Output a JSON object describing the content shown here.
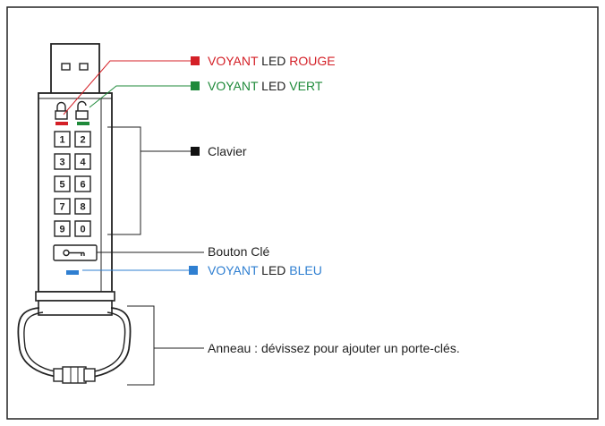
{
  "keypad": {
    "keys": [
      "1",
      "2",
      "3",
      "4",
      "5",
      "6",
      "7",
      "8",
      "9",
      "0"
    ]
  },
  "labels": {
    "red_led": {
      "part1": "VOYANT",
      "part2": " LED ",
      "part3": "ROUGE",
      "color": "#d42027"
    },
    "green_led": {
      "part1": "VOYANT",
      "part2": " LED ",
      "part3": "VERT",
      "color": "#1f8a3a"
    },
    "keyboard": {
      "text": "Clavier"
    },
    "key_button": {
      "text": "Bouton Clé"
    },
    "blue_led": {
      "part1": "VOYANT",
      "part2": " LED ",
      "part3": "BLEU",
      "color": "#2f7fd1"
    },
    "ring": {
      "text": "Anneau : dévissez pour ajouter un porte-clés."
    }
  },
  "icons": {
    "lock_closed": "lock-closed-icon",
    "lock_open": "lock-open-icon",
    "key": "key-icon"
  }
}
